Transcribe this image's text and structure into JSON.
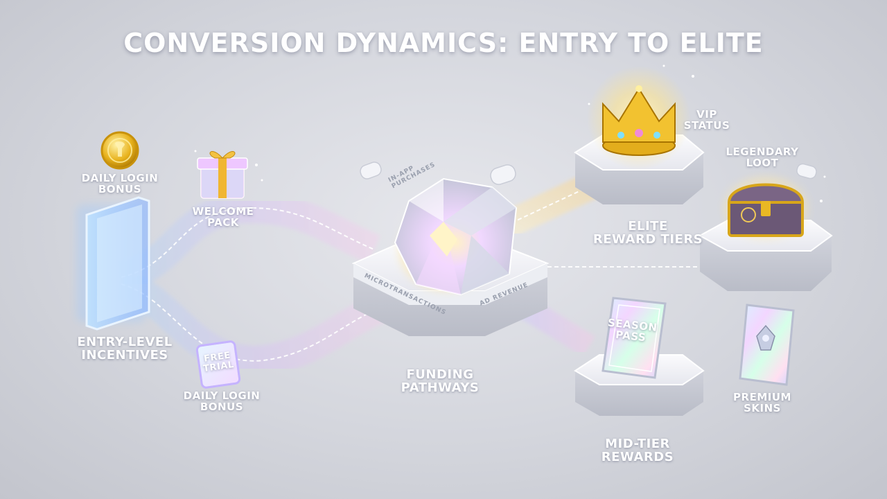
{
  "title": "CONVERSION DYNAMICS: ENTRY TO ELITE",
  "labels": {
    "daily_login_top": [
      "DAILY LOGIN",
      "BONUS"
    ],
    "welcome_pack": [
      "WELCOME",
      "PACK"
    ],
    "entry_level": [
      "ENTRY-LEVEL",
      "INCENTIVES"
    ],
    "free_trial_card": [
      "FREE",
      "TRIAL"
    ],
    "daily_login_bottom": [
      "DAILY LOGIN",
      "BONUS"
    ],
    "funding_pathways": [
      "FUNDING",
      "PATHWAYS"
    ],
    "vip_status": [
      "VIP",
      "STATUS"
    ],
    "legendary_loot": [
      "LEGENDARY",
      "LOOT"
    ],
    "elite_reward_tiers": [
      "ELITE",
      "REWARD TIERS"
    ],
    "season_pass_card": [
      "SEASON",
      "PASS"
    ],
    "premium_skins": [
      "PREMIUM",
      "SKINS"
    ],
    "mid_tier_rewards": [
      "MID-TIER",
      "REWARDS"
    ]
  },
  "hub_text": {
    "in_app": [
      "IN-APP",
      "PURCHASES"
    ],
    "microtransactions": "MICROTRANSACTIONS",
    "ad_revenue": "AD REVENUE"
  },
  "icons": [
    "coin-icon",
    "gift-box-icon",
    "gamepad-icon",
    "crown-icon",
    "treasure-chest-icon",
    "emblem-icon",
    "portal-door-icon",
    "crystal-core-icon"
  ],
  "colors": {
    "accent_purple": "#c9a6ff",
    "accent_cyan": "#8fd9ff",
    "accent_pink": "#ffb3e6",
    "gold": "#f2c230",
    "text": "#ffffff"
  }
}
